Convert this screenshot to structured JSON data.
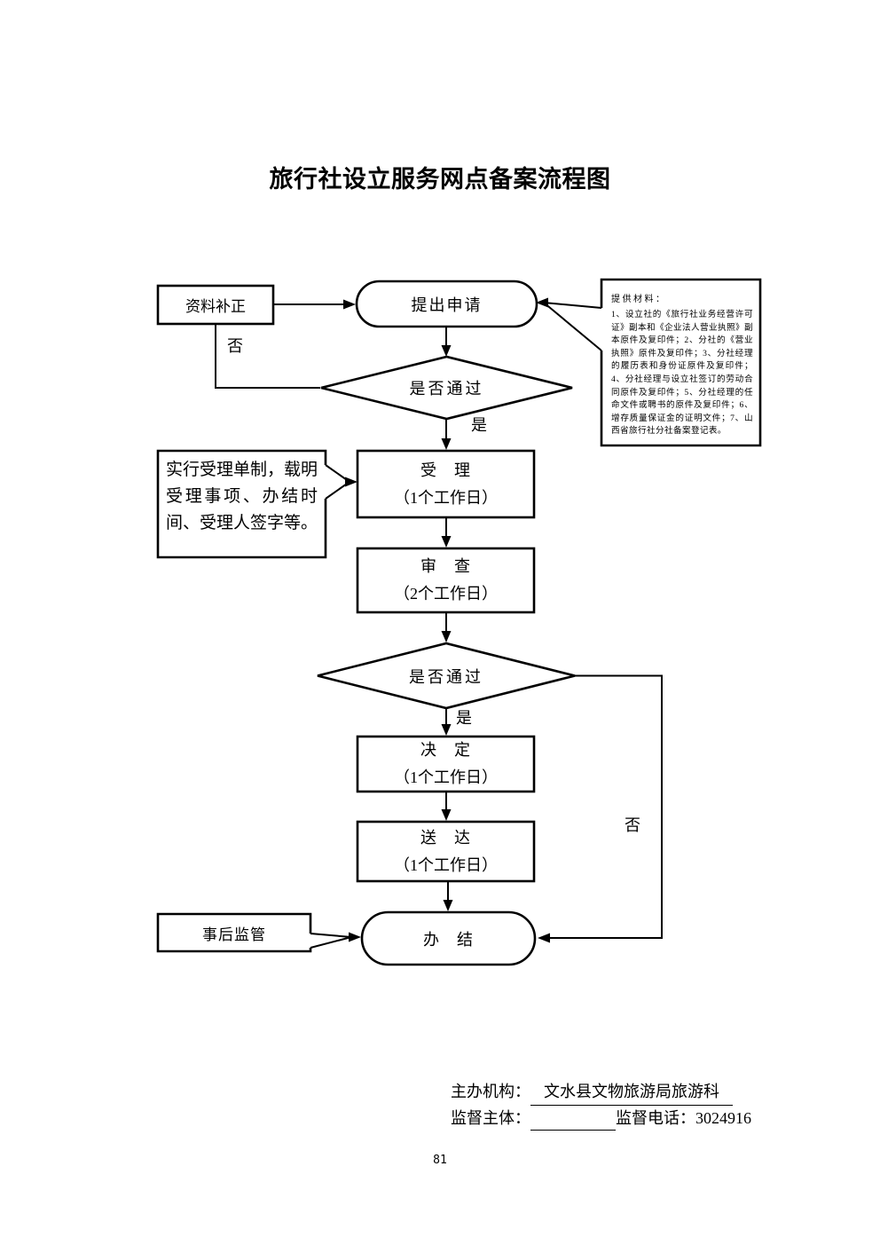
{
  "page": {
    "title": "旅行社设立服务网点备案流程图",
    "page_number": "81"
  },
  "flowchart": {
    "nodes": {
      "data_correction": {
        "label": "资料补正"
      },
      "submit": {
        "label": "提出申请"
      },
      "materials": {
        "heading": "提供材料：",
        "body": "1、设立社的《旅行社业务经营许可证》副本和《企业法人营业执照》副本原件及复印件；2、分社的《营业执照》原件及复印件；3、分社经理的履历表和身份证原件及复印件；4、分社经理与设立社签订的劳动合同原件及复印件；5、分社经理的任命文件或聘书的原件及复印件；6、增存质量保证金的证明文件；7、山西省旅行社分社备案登记表。"
      },
      "pass_check_1": {
        "label": "是否通过"
      },
      "accept": {
        "title": "受　理",
        "duration": "（1个工作日）"
      },
      "accept_note": {
        "label": "实行受理单制，载明受理事项、办结时间、受理人签字等。"
      },
      "review": {
        "title": "审　查",
        "duration": "（2个工作日）"
      },
      "pass_check_2": {
        "label": "是否通过"
      },
      "decide": {
        "title": "决　定",
        "duration": "（1个工作日）"
      },
      "deliver": {
        "title": "送　达",
        "duration": "（1个工作日）"
      },
      "complete": {
        "label": "办　结"
      },
      "post_supervision": {
        "label": "事后监管"
      }
    },
    "edge_labels": {
      "no_top": "否",
      "yes_top": "是",
      "yes_bottom": "是",
      "no_right": "否"
    }
  },
  "footer": {
    "host_label": "主办机构：",
    "host_value": "文水县文物旅游局旅游科",
    "supervisor_label": "监督主体：",
    "phone_label": "监督电话：",
    "phone_value": "3024916"
  },
  "colors": {
    "line": "#000000",
    "background": "#ffffff"
  }
}
